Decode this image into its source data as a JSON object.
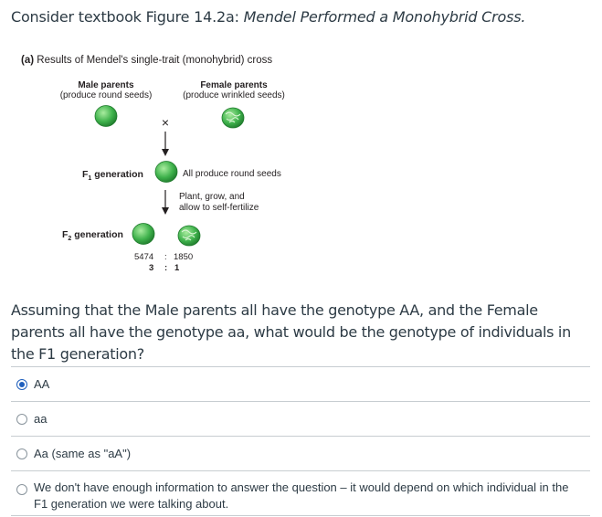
{
  "question": {
    "title_prefix": "Consider textbook Figure 14.2a: ",
    "title_italic": "Mendel Performed a Monohybrid Cross.",
    "prompt": "Assuming that the Male parents all have the genotype AA, and the Female parents all have the genotype aa, what would be the genotype of individuals in the F1 generation?"
  },
  "figure": {
    "caption_part": "(a)",
    "caption_text": " Results of Mendel's single-trait (monohybrid) cross",
    "male_heading": "Male parents",
    "male_sub": "(produce round seeds)",
    "female_heading": "Female parents",
    "female_sub": "(produce wrinkled seeds)",
    "cross_symbol": "×",
    "f1_label_prefix": "F",
    "f1_label_sub": "1",
    "f1_label_suffix": " generation",
    "f1_note": "All produce round seeds",
    "step_note_1": "Plant, grow, and",
    "step_note_2": "allow to self-fertilize",
    "f2_label_prefix": "F",
    "f2_label_sub": "2",
    "f2_label_suffix": " generation",
    "count_round": "5474",
    "count_sep": ":",
    "count_wrinkled": "1850",
    "ratio_round": "3",
    "ratio_sep": ":",
    "ratio_wrinkled": "1",
    "colors": {
      "seed_light": "#8fd98a",
      "seed_dark": "#2e9a3e",
      "seed_edge": "#1f7a2c"
    }
  },
  "answers": [
    {
      "label": "AA",
      "selected": true
    },
    {
      "label": "aa",
      "selected": false
    },
    {
      "label": "Aa (same as \"aA\")",
      "selected": false
    },
    {
      "label_line1": "We don't have enough information to answer the question – it would depend on which individual in the",
      "label_line2": "F1 generation we were talking about.",
      "selected": false
    }
  ],
  "colors": {
    "accent": "#1f5fbd",
    "text": "#2d3b45",
    "divider": "#c7cdd1"
  }
}
